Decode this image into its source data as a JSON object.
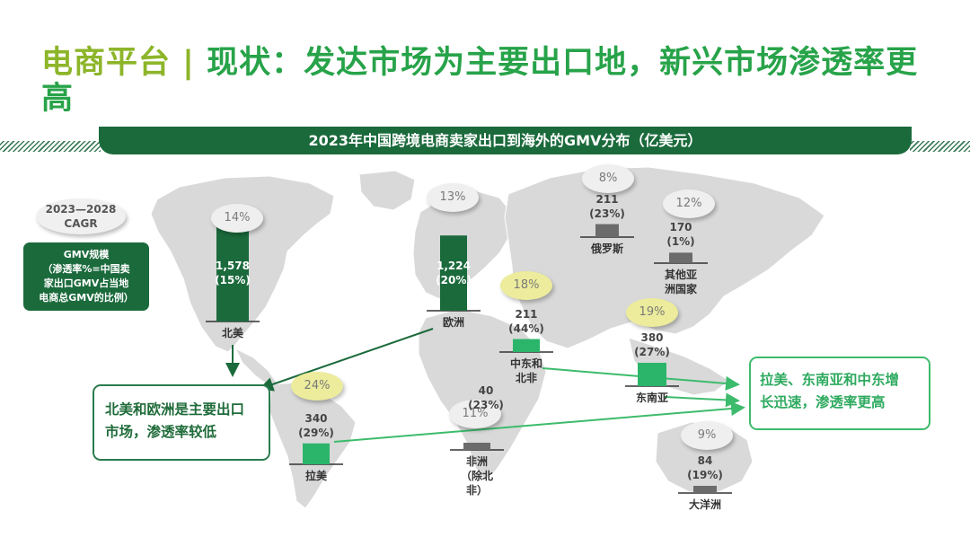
{
  "title": {
    "part1": "电商平台 | ",
    "part2": "现状：发达市场为主要出口地，新兴市场渗透率更高"
  },
  "colors": {
    "dark_green": "#1b6a3c",
    "bright_green": "#2bb56a",
    "gray": "#6b6b6b",
    "highlight_bubble": "#ecec9c"
  },
  "legend": {
    "cagr_line1": "2023—2028",
    "cagr_line2": "CAGR",
    "gmv_lines": [
      "GMV规模",
      "（渗透率%=中国卖",
      "家出口GMV占当地",
      "电商总GMV的比例）"
    ]
  },
  "callouts": {
    "left_lines": [
      "北美和欧洲是主要出口",
      "市场，渗透率较低"
    ],
    "right_lines": [
      "拉美、东南亚和中东增",
      "长迅速，渗透率更高"
    ]
  },
  "chart_data": {
    "type": "bar",
    "title": "2023年中国跨境电商卖家出口到海外的GMV分布（亿美元）",
    "unit": "亿美元",
    "regions": [
      {
        "name": "北美",
        "gmv": 1578,
        "gmv_label": "1,578",
        "penetration": "(15%)",
        "cagr": "14%",
        "group": "developed",
        "highlight": false
      },
      {
        "name": "欧洲",
        "gmv": 1224,
        "gmv_label": "1,224",
        "penetration": "(20%)",
        "cagr": "13%",
        "group": "developed",
        "highlight": false
      },
      {
        "name": "俄罗斯",
        "gmv": 211,
        "gmv_label": "211",
        "penetration": "(23%)",
        "cagr": "8%",
        "group": "other",
        "highlight": false
      },
      {
        "name": "其他亚洲国家",
        "gmv": 170,
        "gmv_label": "170",
        "penetration": "(1%)",
        "cagr": "12%",
        "group": "other",
        "highlight": false
      },
      {
        "name": "中东和北非",
        "gmv": 211,
        "gmv_label": "211",
        "penetration": "(44%)",
        "cagr": "18%",
        "group": "emerging",
        "highlight": true
      },
      {
        "name": "东南亚",
        "gmv": 380,
        "gmv_label": "380",
        "penetration": "(27%)",
        "cagr": "19%",
        "group": "emerging",
        "highlight": true
      },
      {
        "name": "拉美",
        "gmv": 340,
        "gmv_label": "340",
        "penetration": "(29%)",
        "cagr": "24%",
        "group": "emerging",
        "highlight": true
      },
      {
        "name": "非洲（除北非）",
        "gmv": 40,
        "gmv_label": "40",
        "penetration": "(23%)",
        "cagr": "11%",
        "group": "other",
        "highlight": false
      },
      {
        "name": "大洋洲",
        "gmv": 84,
        "gmv_label": "84",
        "penetration": "(19%)",
        "cagr": "9%",
        "group": "other",
        "highlight": false
      }
    ]
  }
}
